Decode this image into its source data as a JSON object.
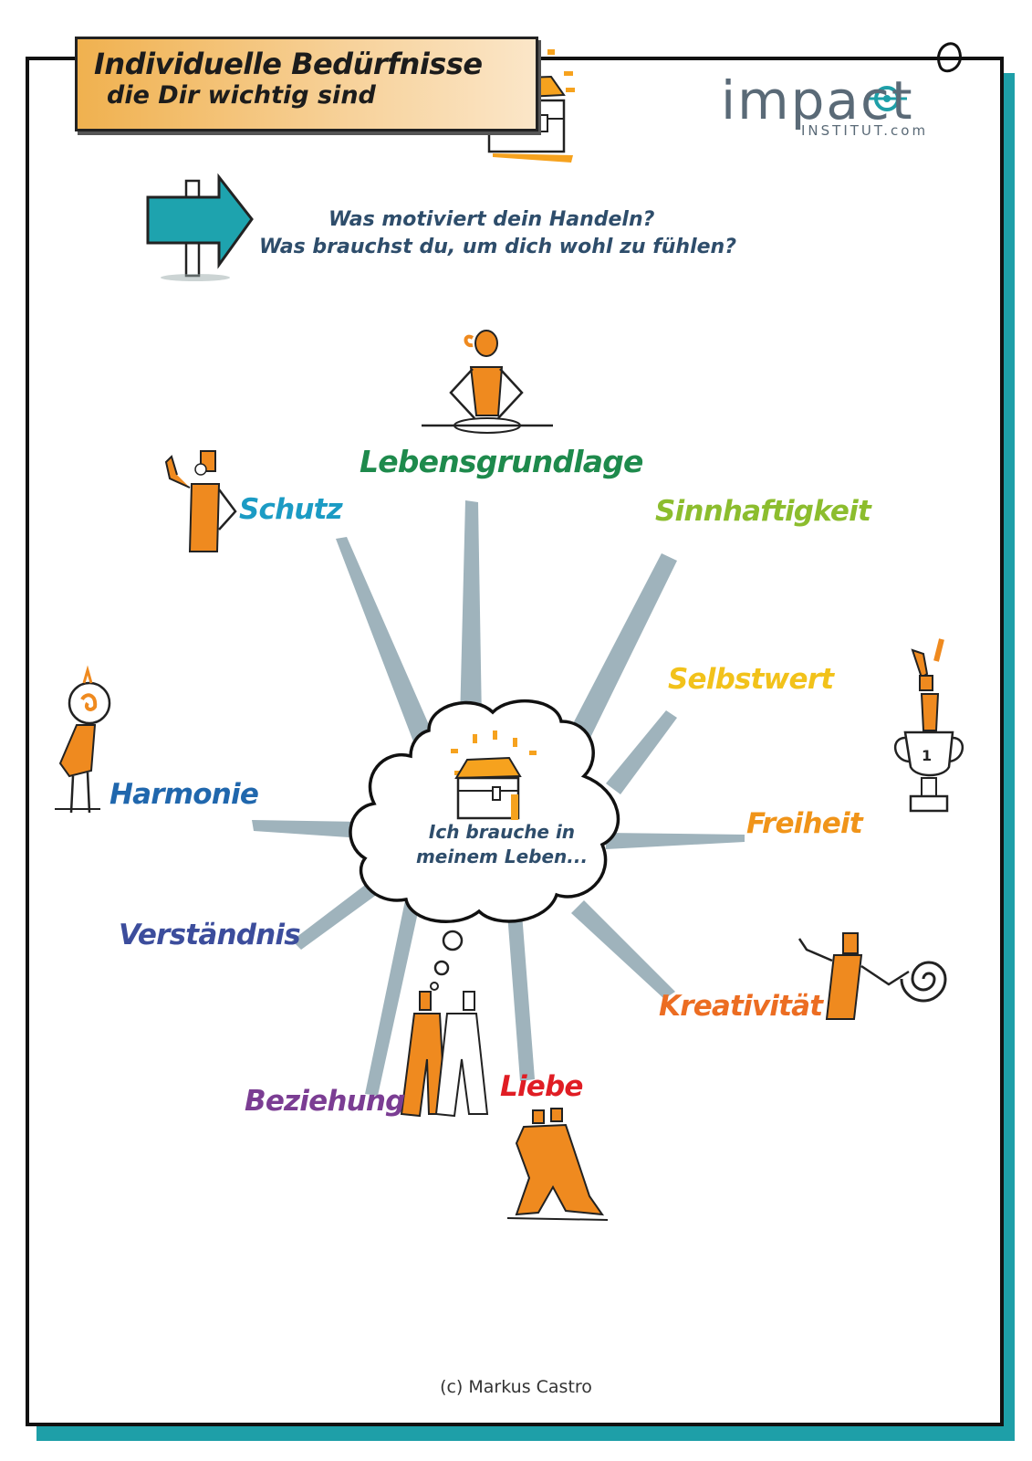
{
  "header": {
    "title_line1": "Individuelle Bedürfnisse",
    "title_line2": "die Dir wichtig sind"
  },
  "logo": {
    "word": "impact",
    "sub": "INSTITUT.com"
  },
  "questions": {
    "line1": "Was motiviert dein Handeln?",
    "line2": "Was brauchst du, um dich wohl zu fühlen?"
  },
  "center": {
    "line1": "Ich brauche in",
    "line2": "meinem Leben..."
  },
  "needs": {
    "lebensgrundlage": "Lebensgrundlage",
    "schutz": "Schutz",
    "sinnhaftigkeit": "Sinnhaftigkeit",
    "selbstwert": "Selbstwert",
    "harmonie": "Harmonie",
    "freiheit": "Freiheit",
    "verstaendnis": "Verständnis",
    "kreativitaet": "Kreativität",
    "beziehung": "Beziehung",
    "liebe": "Liebe"
  },
  "colors": {
    "lebensgrundlage": "#1e8a4c",
    "schutz": "#1b9bc4",
    "sinnhaftigkeit": "#8cbd2e",
    "selbstwert": "#f2c21a",
    "harmonie": "#2067ad",
    "freiheit": "#f09419",
    "verstaendnis": "#3c4d9c",
    "kreativitaet": "#ec6d22",
    "beziehung": "#7b3d93",
    "liebe": "#e01d24",
    "rays": "#9fb3bc",
    "figures": "#ef8a1f",
    "arrow": "#1ea3ae"
  },
  "trophy_number": "1",
  "footer": {
    "copyright": "(c) Markus Castro"
  }
}
